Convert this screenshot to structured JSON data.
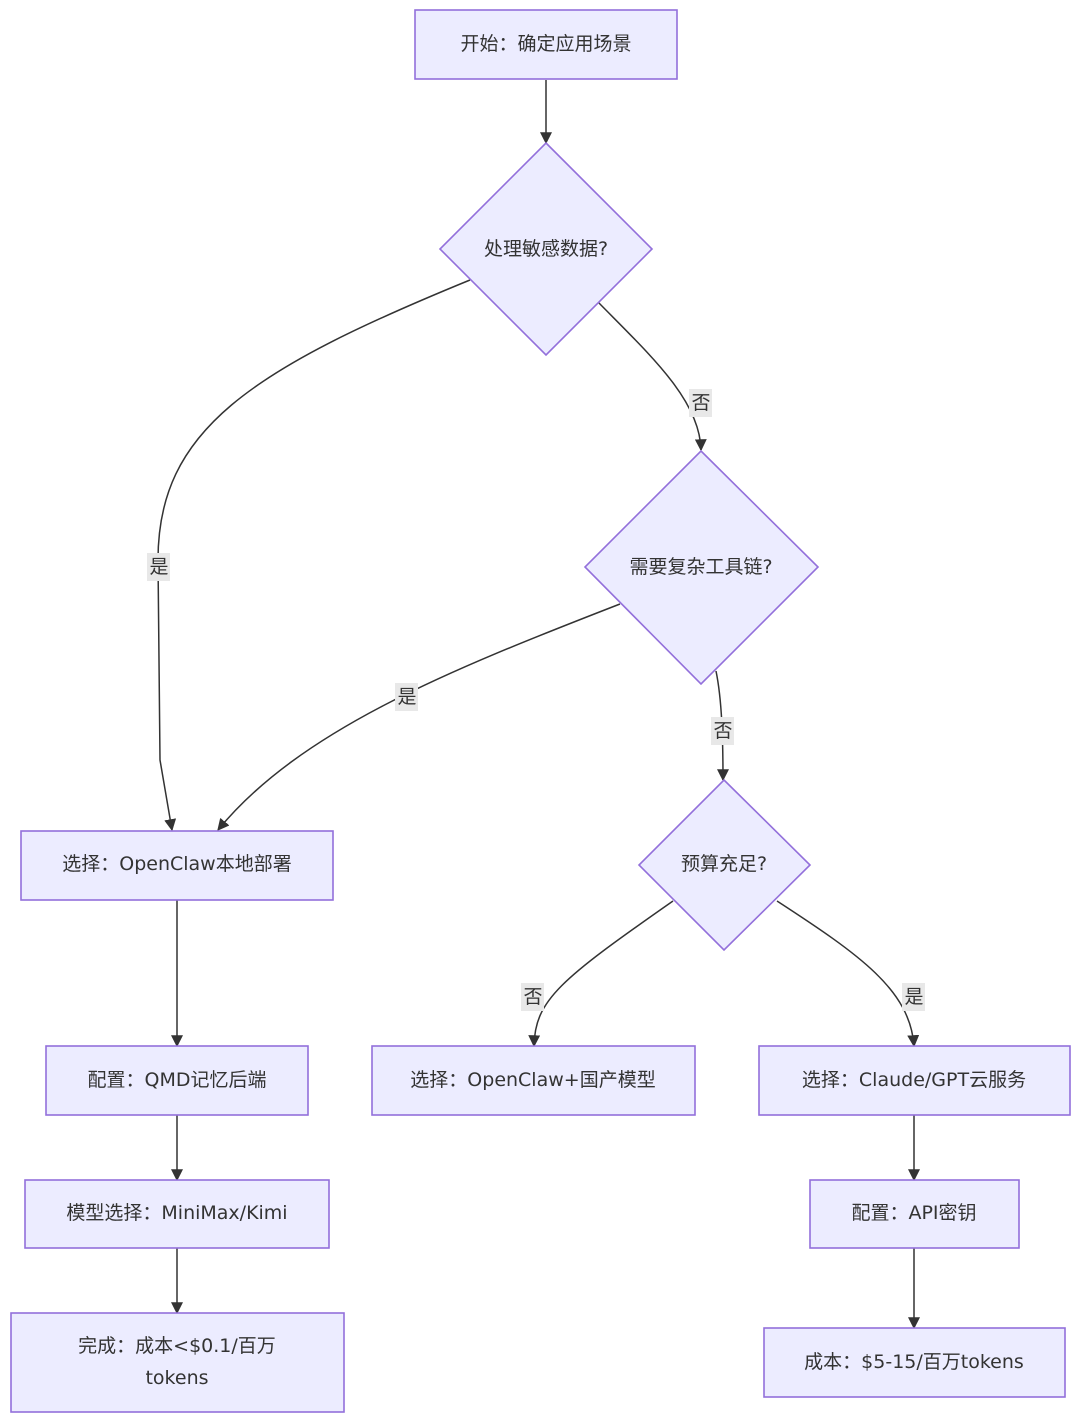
{
  "nodes": {
    "start": "开始：确定应用场景",
    "q_sensitive": "处理敏感数据?",
    "q_toolchain": "需要复杂工具链?",
    "q_budget": "预算充足?",
    "choose_local": "选择：OpenClaw本地部署",
    "config_qmd": "配置：QMD记忆后端",
    "model_choice": "模型选择：MiniMax/Kimi",
    "done_line1": "完成：成本<$0.1/百万",
    "done_line2": "tokens",
    "choose_domestic": "选择：OpenClaw+国产模型",
    "choose_cloud": "选择：Claude/GPT云服务",
    "config_api": "配置：API密钥",
    "cost_cloud": "成本：$5-15/百万tokens"
  },
  "edge_labels": {
    "sensitive_yes": "是",
    "sensitive_no": "否",
    "toolchain_yes": "是",
    "toolchain_no": "否",
    "budget_no": "否",
    "budget_yes": "是"
  },
  "colors": {
    "node_fill": "#ECECFF",
    "node_stroke": "#9370DB",
    "edge": "#333333",
    "text": "#333333",
    "label_bg": "#e8e8e8"
  }
}
